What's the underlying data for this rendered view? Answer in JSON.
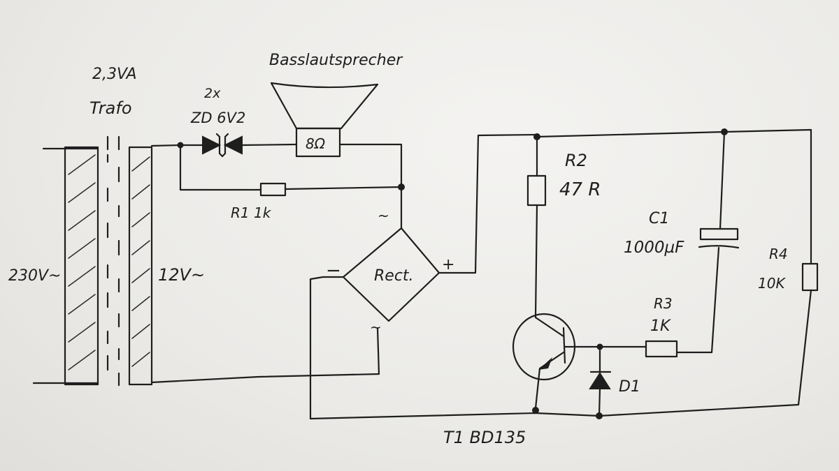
{
  "labels": {
    "power_rating": "2,3VA",
    "transformer": "Trafo",
    "primary_voltage": "230V~",
    "secondary_voltage": "12V~",
    "zener_count": "2x",
    "zener_type": "ZD 6V2",
    "speaker_title": "Basslautsprecher",
    "speaker_impedance": "8Ω",
    "r1": "R1 1k",
    "ac_top": "~",
    "ac_bottom": "~",
    "rect_minus": "−",
    "rect_plus": "+",
    "rectifier": "Rect.",
    "r2_name": "R2",
    "r2_value": "47 R",
    "c1_name": "C1",
    "c1_value": "1000µF",
    "r4_name": "R4",
    "r4_value": "10K",
    "r3_name": "R3",
    "r3_value": "1K",
    "d1": "D1",
    "t1": "T1 BD135"
  },
  "colors": {
    "paper": "#ecebe8",
    "ink": "#1e1e1e"
  }
}
